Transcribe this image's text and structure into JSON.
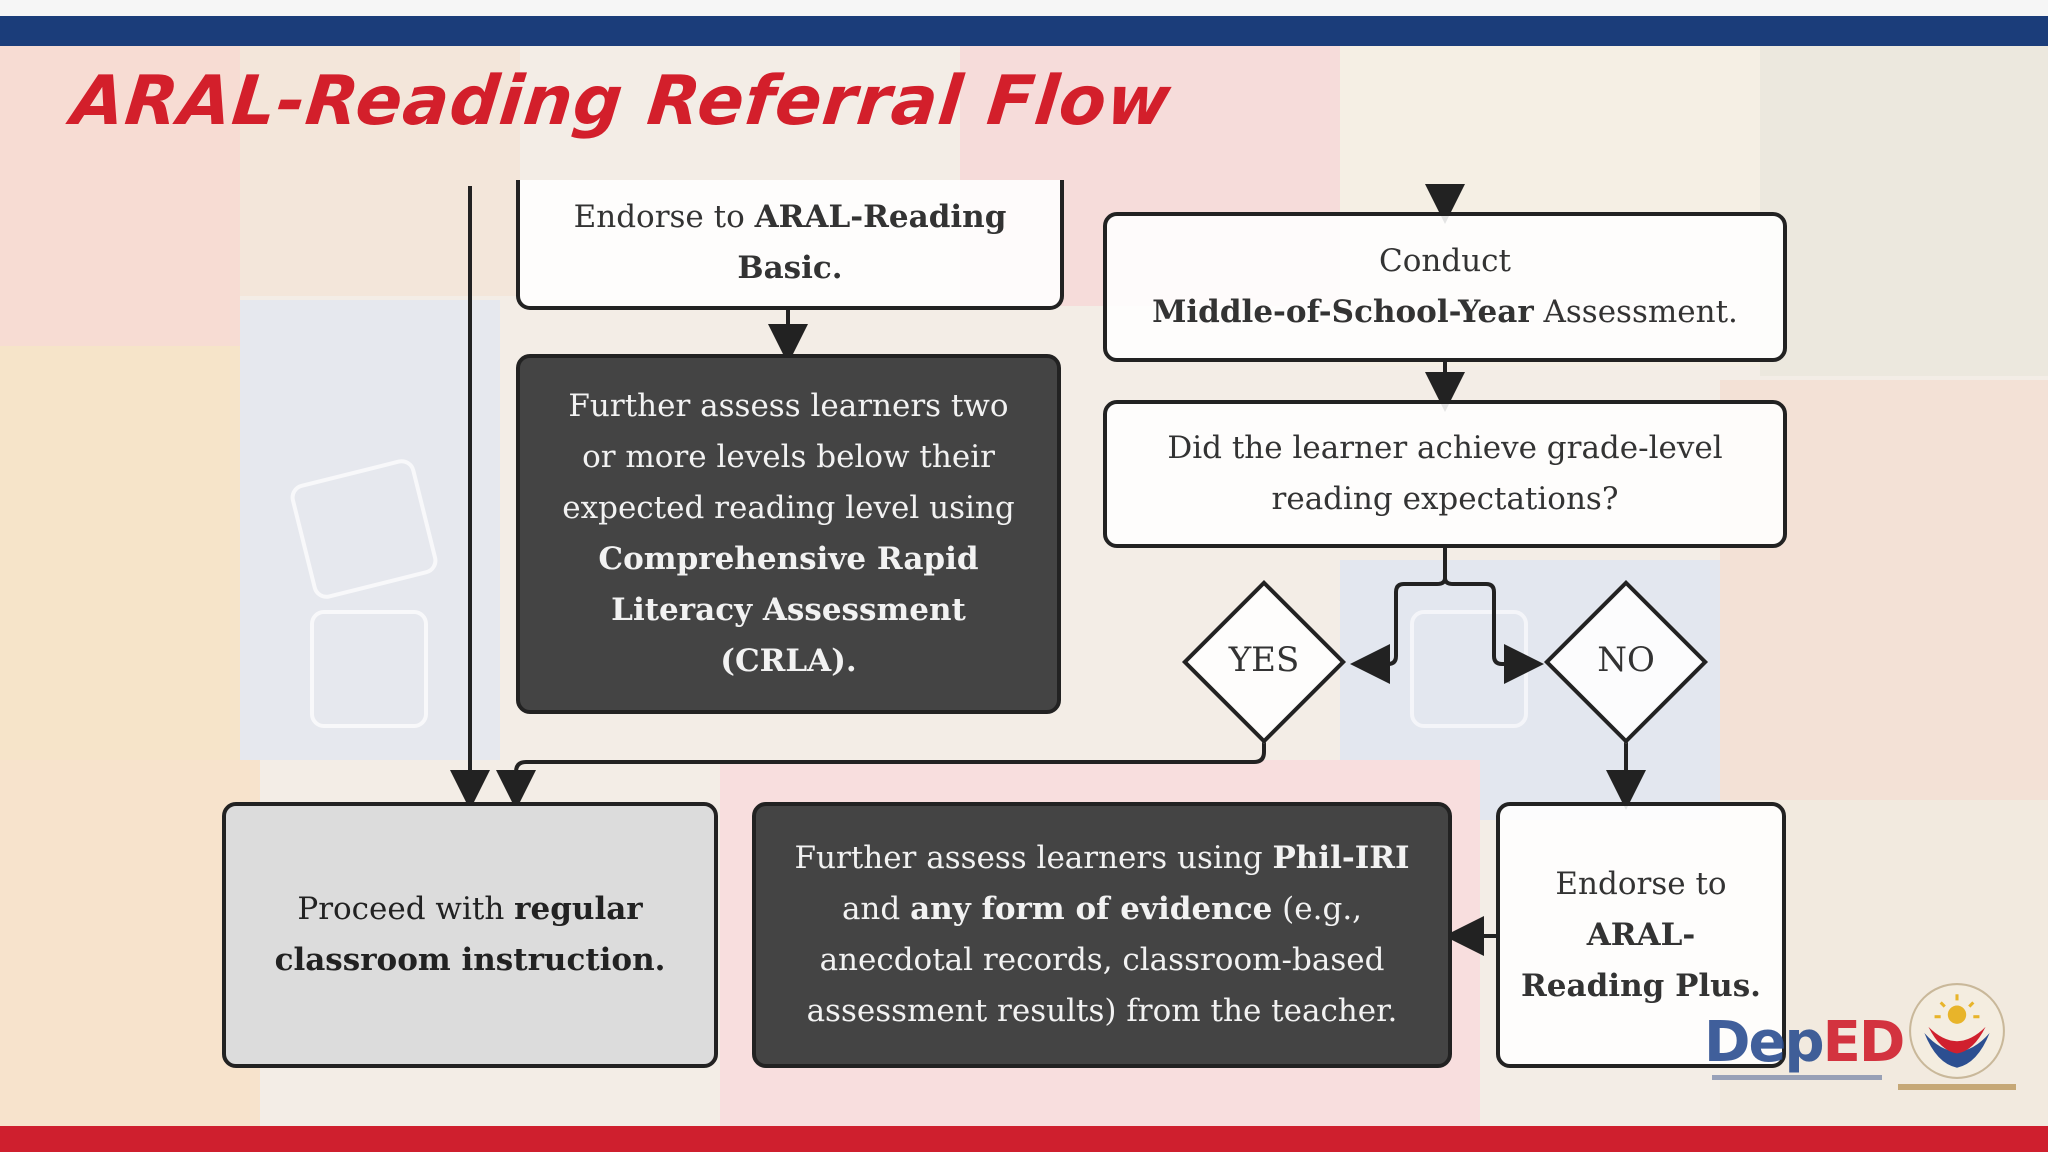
{
  "slide": {
    "title": "ARAL-Reading Referral Flow"
  },
  "boxes": {
    "endorse_basic": {
      "pre": "Endorse to ",
      "bold": "ARAL-Reading",
      "bold2": "Basic."
    },
    "further_assess_crla": {
      "line1": "Further assess learners two",
      "line2": "or more levels below their",
      "line3": "expected reading level using",
      "bold1": "Comprehensive Rapid",
      "bold2": "Literacy Assessment",
      "bold3": "(CRLA)."
    },
    "conduct_moy": {
      "line1": "Conduct",
      "bold": "Middle-of-School-Year",
      "post": " Assessment."
    },
    "question": {
      "line1": "Did the learner achieve grade-level",
      "line2": "reading expectations?"
    },
    "regular_instruction": {
      "pre": "Proceed with ",
      "bold1": "regular",
      "bold2": "classroom instruction."
    },
    "phil_iri": {
      "pre1": "Further assess learners using ",
      "bold1": "Phil-IRI",
      "pre2": "and ",
      "bold2": "any form of evidence",
      "post2": " (e.g.,",
      "line3": "anecdotal records, classroom-based",
      "line4": "assessment results) from the teacher."
    },
    "endorse_plus": {
      "line1": "Endorse to",
      "bold1": "ARAL-",
      "bold2": "Reading Plus."
    }
  },
  "decisions": {
    "yes": "YES",
    "no": "NO"
  },
  "logos": {
    "deped_a": "Dep",
    "deped_b": "ED"
  },
  "colors": {
    "title": "#d31f2b",
    "top_bar": "#1b3d7a",
    "bottom_bar": "#cf1f2e",
    "dark_box": "#444444",
    "grey_box": "#dcdcdc"
  }
}
